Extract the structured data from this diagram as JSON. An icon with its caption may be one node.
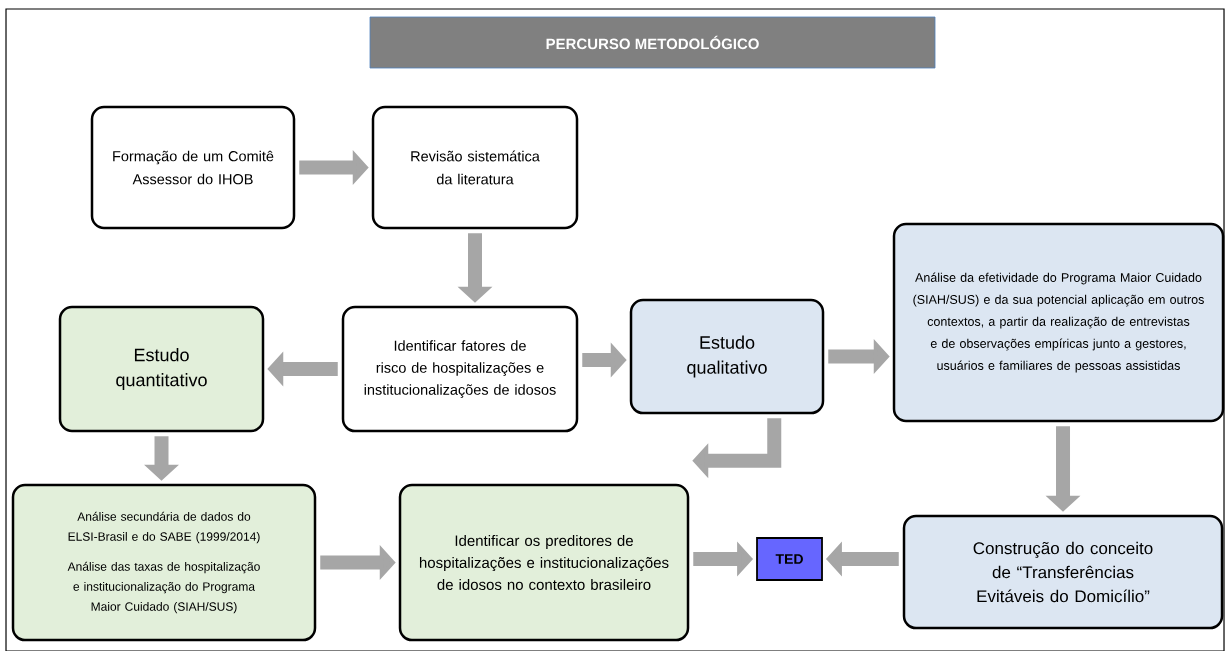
{
  "diagram": {
    "title": "PERCURSO METODOLÓGICO",
    "nodes": [
      {
        "text": [
          "Formação de um Comitê Assessor do IHOB"
        ]
      },
      {
        "text": [
          "Revisão sistemática da literatura"
        ]
      },
      {
        "text": [
          "Estudo quantitativo"
        ]
      },
      {
        "text": [
          "Identificar fatores de risco de hospitalizações e institucionalizações de idosos"
        ]
      },
      {
        "text": [
          "Estudo qualitativo"
        ]
      },
      {
        "text": [
          "Análise da efetividade do Programa Maior Cuidado (SIAH/SUS) e da sua potencial aplicação em outros contextos, a partir da realização de entrevistas e de observações empíricas junto a gestores, usuários e familiares de pessoas assistidas"
        ]
      },
      {
        "text": [
          "Análise secundária de dados do ELSI-Brasil e do SABE (1999/2014)",
          "Análise das taxas de hospitalização e institucionalização do Programa Maior Cuidado (SIAH/SUS)"
        ]
      },
      {
        "text": [
          "Identificar os preditores de hospitalizações e institucionalizações de idosos no contexto brasileiro"
        ]
      },
      {
        "text": [
          "TED"
        ]
      },
      {
        "text": [
          "Construção do conceito de “Transferências Evitáveis do Domicílio”"
        ]
      }
    ],
    "edges": [
      {
        "from": 0,
        "to": 1,
        "arrow": "to"
      },
      {
        "from": 1,
        "to": 3,
        "arrow": "to"
      },
      {
        "from": 3,
        "to": 2,
        "arrow": "to"
      },
      {
        "from": 3,
        "to": 4,
        "arrow": "to"
      },
      {
        "from": 4,
        "to": 5,
        "arrow": "to"
      },
      {
        "from": 2,
        "to": 6,
        "arrow": "to"
      },
      {
        "from": 5,
        "to": 9,
        "arrow": "to"
      },
      {
        "from": 4,
        "to": 7,
        "arrow": "to"
      },
      {
        "from": 6,
        "to": 7,
        "arrow": "to"
      },
      {
        "from": 7,
        "to": 8,
        "arrow": "to"
      },
      {
        "from": 9,
        "to": 8,
        "arrow": "to"
      }
    ]
  }
}
